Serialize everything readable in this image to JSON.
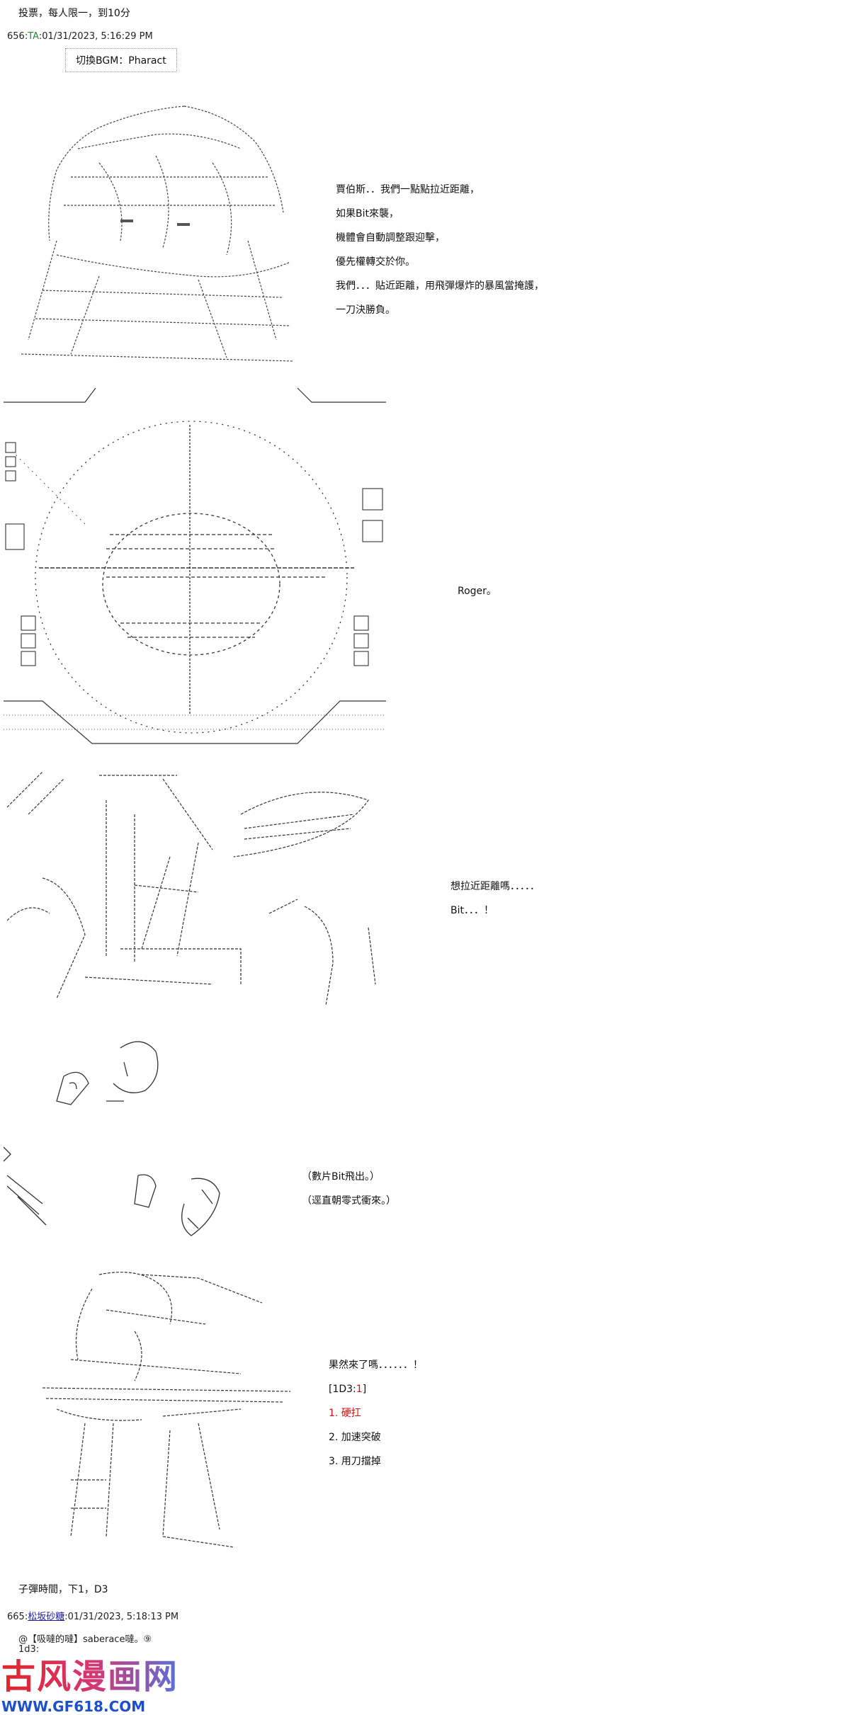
{
  "top_note": "投票，每人限一，到10分",
  "post656": {
    "number": "656:",
    "name": "TA",
    "timestamp": ":01/31/2023, 5:16:29 PM",
    "bgm_notice": "切換BGM：Pharact"
  },
  "panel1_dialogue": [
    "賈伯斯．．我們一點點拉近距離，",
    "如果Bit來襲，",
    "機體會自動調整跟迎擊，",
    "優先權轉交於你。",
    "我們．．．貼近距離，用飛彈爆炸的暴風當掩護，",
    "一刀決勝負。"
  ],
  "panel2_dialogue": "Roger。",
  "panel3_dialogue": [
    "想拉近距離嗎．．．．．",
    "Bit．．．！"
  ],
  "panel4_dialogue": [
    "（數片Bit飛出。）",
    "（逕直朝零式衝來。）"
  ],
  "panel5_dialogue": {
    "line": "果然來了嗎．．．．．．！",
    "dice_open": "[1D3:",
    "dice_value": "1",
    "dice_close": "]",
    "choices": [
      "1. 硬扛",
      "2. 加速突破",
      "3. 用刀擋掉"
    ]
  },
  "footer_note": "子彈時間，下1，D3",
  "post665": {
    "number": "665:",
    "name": "松坂砂糖",
    "timestamp": ":01/31/2023, 5:18:13 PM",
    "reply_line": "@【吸噠的噠】saberace噠。⑨",
    "roll_line": "1d3:"
  },
  "watermark": {
    "title": "古风漫画网",
    "url": "WWW.GF618.COM"
  },
  "colors": {
    "name_green": "#228b22",
    "link_blue": "#1a1aa6",
    "choice_red": "#cc1111"
  }
}
